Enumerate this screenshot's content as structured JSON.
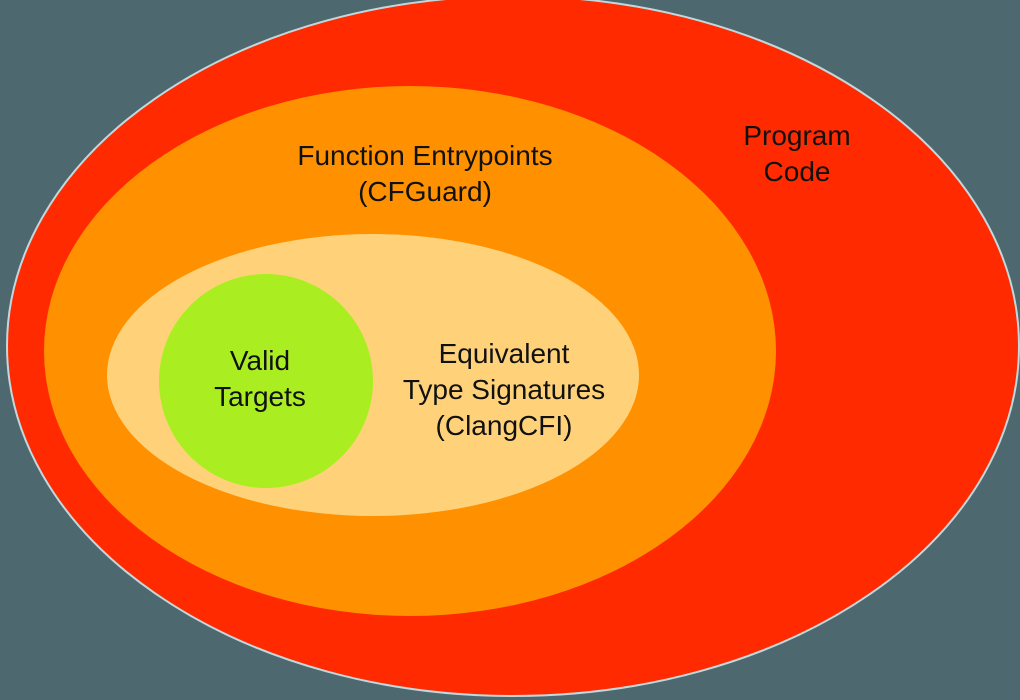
{
  "colors": {
    "background": "#4e6870",
    "program_code": "#ff2a00",
    "function_entrypoints": "#ff9100",
    "equivalent_signatures": "#ffd27a",
    "valid_targets": "#aaee22",
    "stroke": "#c2d8dc"
  },
  "regions": {
    "program_code": {
      "line1": "Program",
      "line2": "Code"
    },
    "function_entrypoints": {
      "line1": "Function Entrypoints",
      "line2": "(CFGuard)"
    },
    "equivalent_signatures": {
      "line1": "Equivalent",
      "line2": "Type Signatures",
      "line3": "(ClangCFI)"
    },
    "valid_targets": {
      "line1": "Valid",
      "line2": "Targets"
    }
  }
}
